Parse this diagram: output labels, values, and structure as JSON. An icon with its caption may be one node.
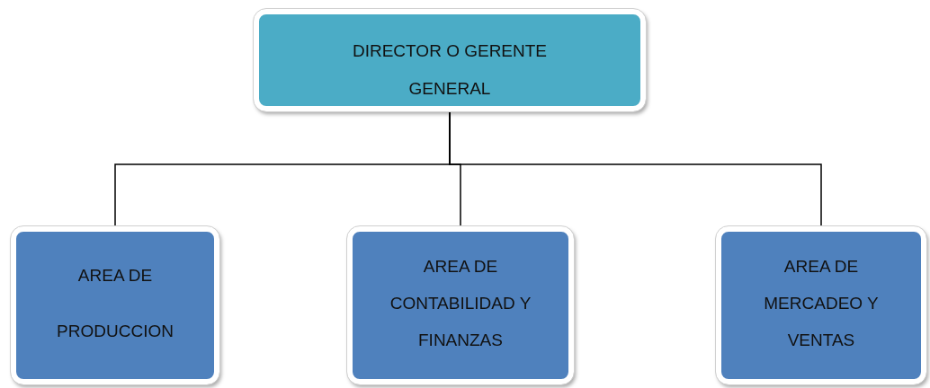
{
  "diagram": {
    "nodes": [
      {
        "text": [
          "DIRECTOR O GERENTE GENERAL"
        ]
      },
      {
        "text": [
          "AREA DE PRODUCCION"
        ]
      },
      {
        "text": [
          "AREA DE CONTABILIDAD Y FINANZAS"
        ]
      },
      {
        "text": [
          "AREA DE MERCADEO Y VENTAS"
        ]
      }
    ],
    "edges": [
      {
        "from": 0,
        "to": 1,
        "arrow": "none"
      },
      {
        "from": 0,
        "to": 2,
        "arrow": "none"
      },
      {
        "from": 0,
        "to": 3,
        "arrow": "none"
      }
    ]
  }
}
